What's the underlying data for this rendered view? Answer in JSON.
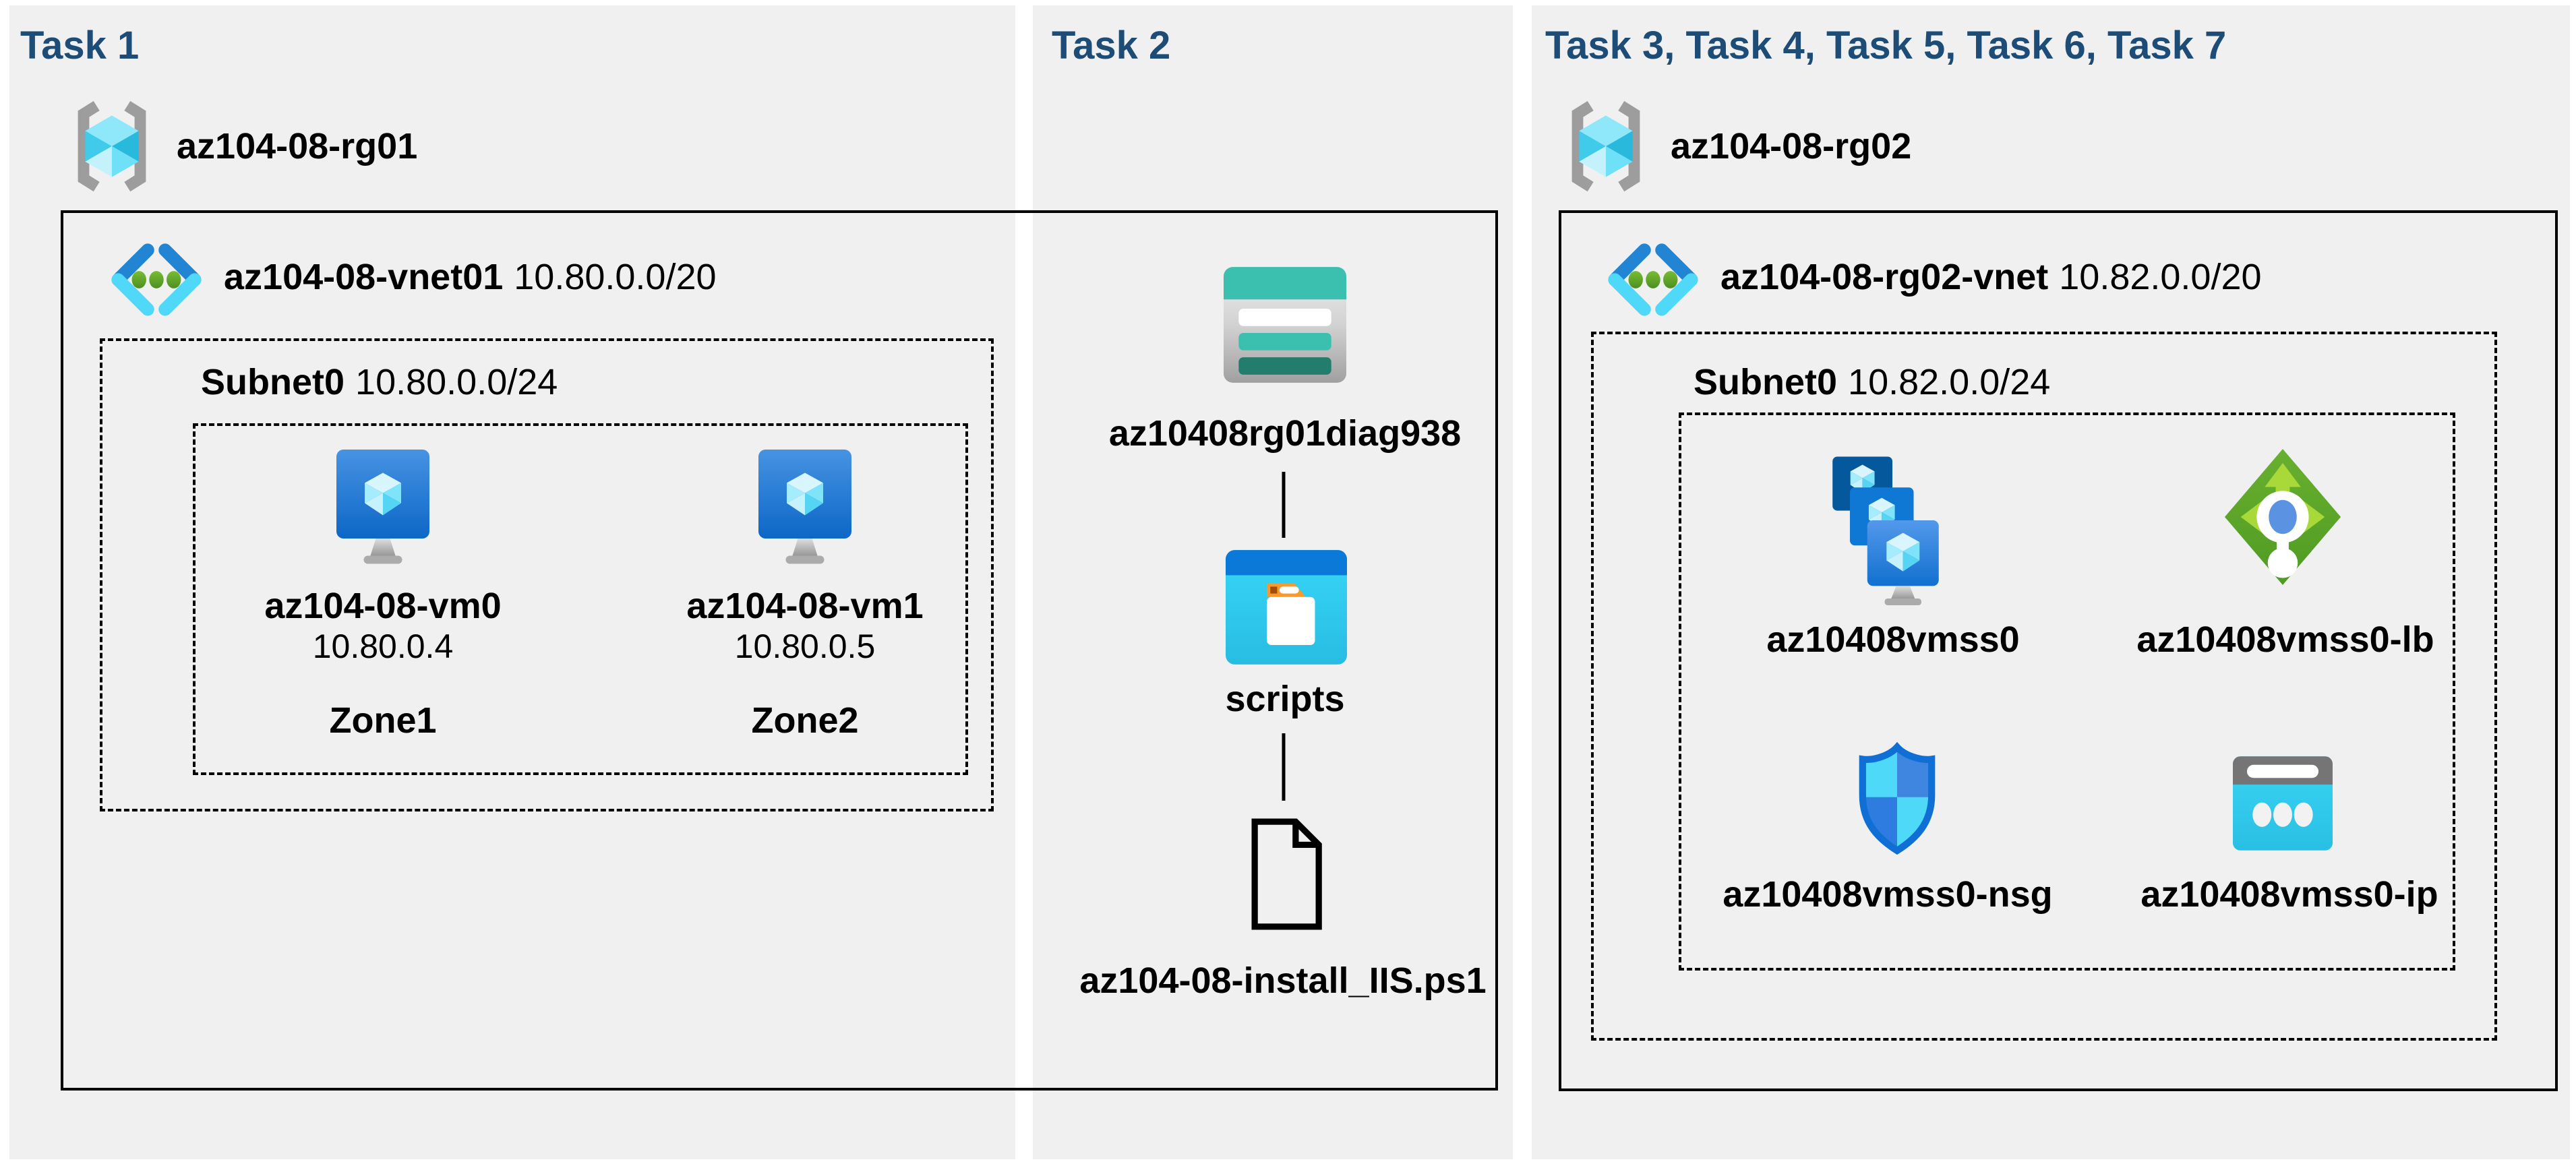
{
  "panels": {
    "task1": {
      "title": "Task 1",
      "resource_group": "az104-08-rg01",
      "vnet_name": "az104-08-vnet01",
      "vnet_cidr": "10.80.0.0/20",
      "subnet_name": "Subnet0",
      "subnet_cidr": "10.80.0.0/24",
      "vms": [
        {
          "name": "az104-08-vm0",
          "ip": "10.80.0.4",
          "zone": "Zone1"
        },
        {
          "name": "az104-08-vm1",
          "ip": "10.80.0.5",
          "zone": "Zone2"
        }
      ]
    },
    "task2": {
      "title": "Task 2",
      "storage_account": "az10408rg01diag938",
      "container": "scripts",
      "script_file": "az104-08-install_IIS.ps1"
    },
    "task3to7": {
      "title": "Task 3, Task 4, Task 5, Task 6, Task 7",
      "resource_group": "az104-08-rg02",
      "vnet_name": "az104-08-rg02-vnet",
      "vnet_cidr": "10.82.0.0/20",
      "subnet_name": "Subnet0",
      "subnet_cidr": "10.82.0.0/24",
      "vmss": "az10408vmss0",
      "load_balancer": "az10408vmss0-lb",
      "nsg": "az10408vmss0-nsg",
      "public_ip": "az10408vmss0-ip"
    }
  },
  "colors": {
    "panel_bg": "#f0f0f1",
    "heading": "#1d4d76",
    "border": "#000000",
    "bracket_gray": "#9d9d9d",
    "vnet_blue": "#2285d4",
    "vnet_cyan": "#4fd8f8",
    "dot_green": "#5ca32f",
    "vm_screen_blue": "#0d67c6",
    "storage_teal": "#3bbfae",
    "storage_teal_dark": "#227d6d",
    "container_blue": "#0b79d8",
    "container_cyan": "#32cdf0",
    "folder_tab_orange": "#f59a2b",
    "lb_green": "#5aa52a",
    "lb_arrow_green": "#a8d939",
    "lb_center_blue": "#5b93e2",
    "shield_outline": "#0f6fd4",
    "shield_light": "#4fd9f8",
    "shield_mid": "#3f86e0",
    "ip_gray": "#757575",
    "ip_cyan": "#35d0f1"
  }
}
